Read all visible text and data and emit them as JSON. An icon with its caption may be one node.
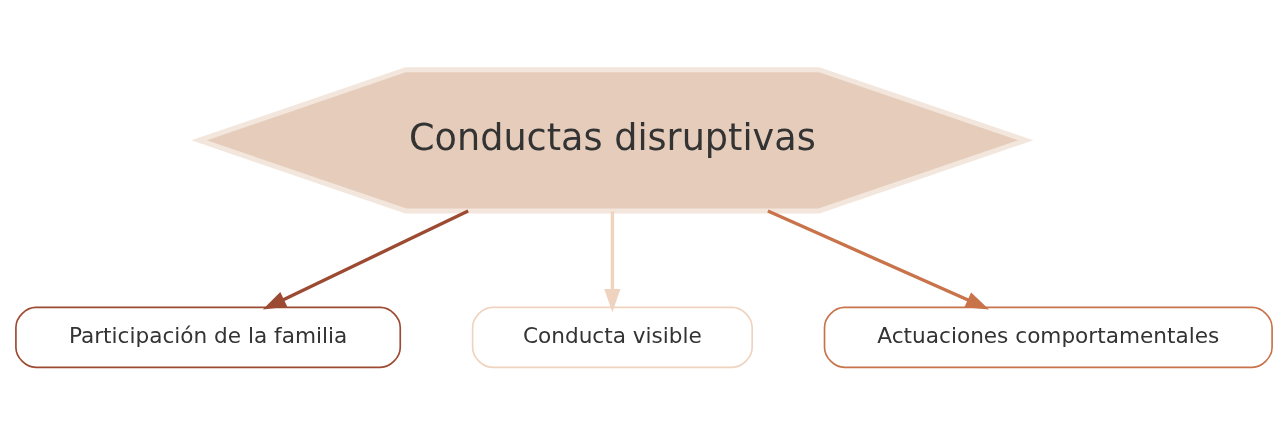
{
  "diagram": {
    "nodes": [
      {
        "text": [
          "Conductas disruptivas"
        ]
      },
      {
        "text": [
          "Participación de la familia"
        ]
      },
      {
        "text": [
          "Conducta visible"
        ]
      },
      {
        "text": [
          "Actuaciones comportamentales"
        ]
      }
    ],
    "edges": [
      {
        "from": 0,
        "to": 1,
        "arrow": "to",
        "color": "#9c4a32"
      },
      {
        "from": 0,
        "to": 2,
        "arrow": "to",
        "color": "#efd3bf"
      },
      {
        "from": 0,
        "to": 3,
        "arrow": "to",
        "color": "#c8734a"
      }
    ]
  }
}
